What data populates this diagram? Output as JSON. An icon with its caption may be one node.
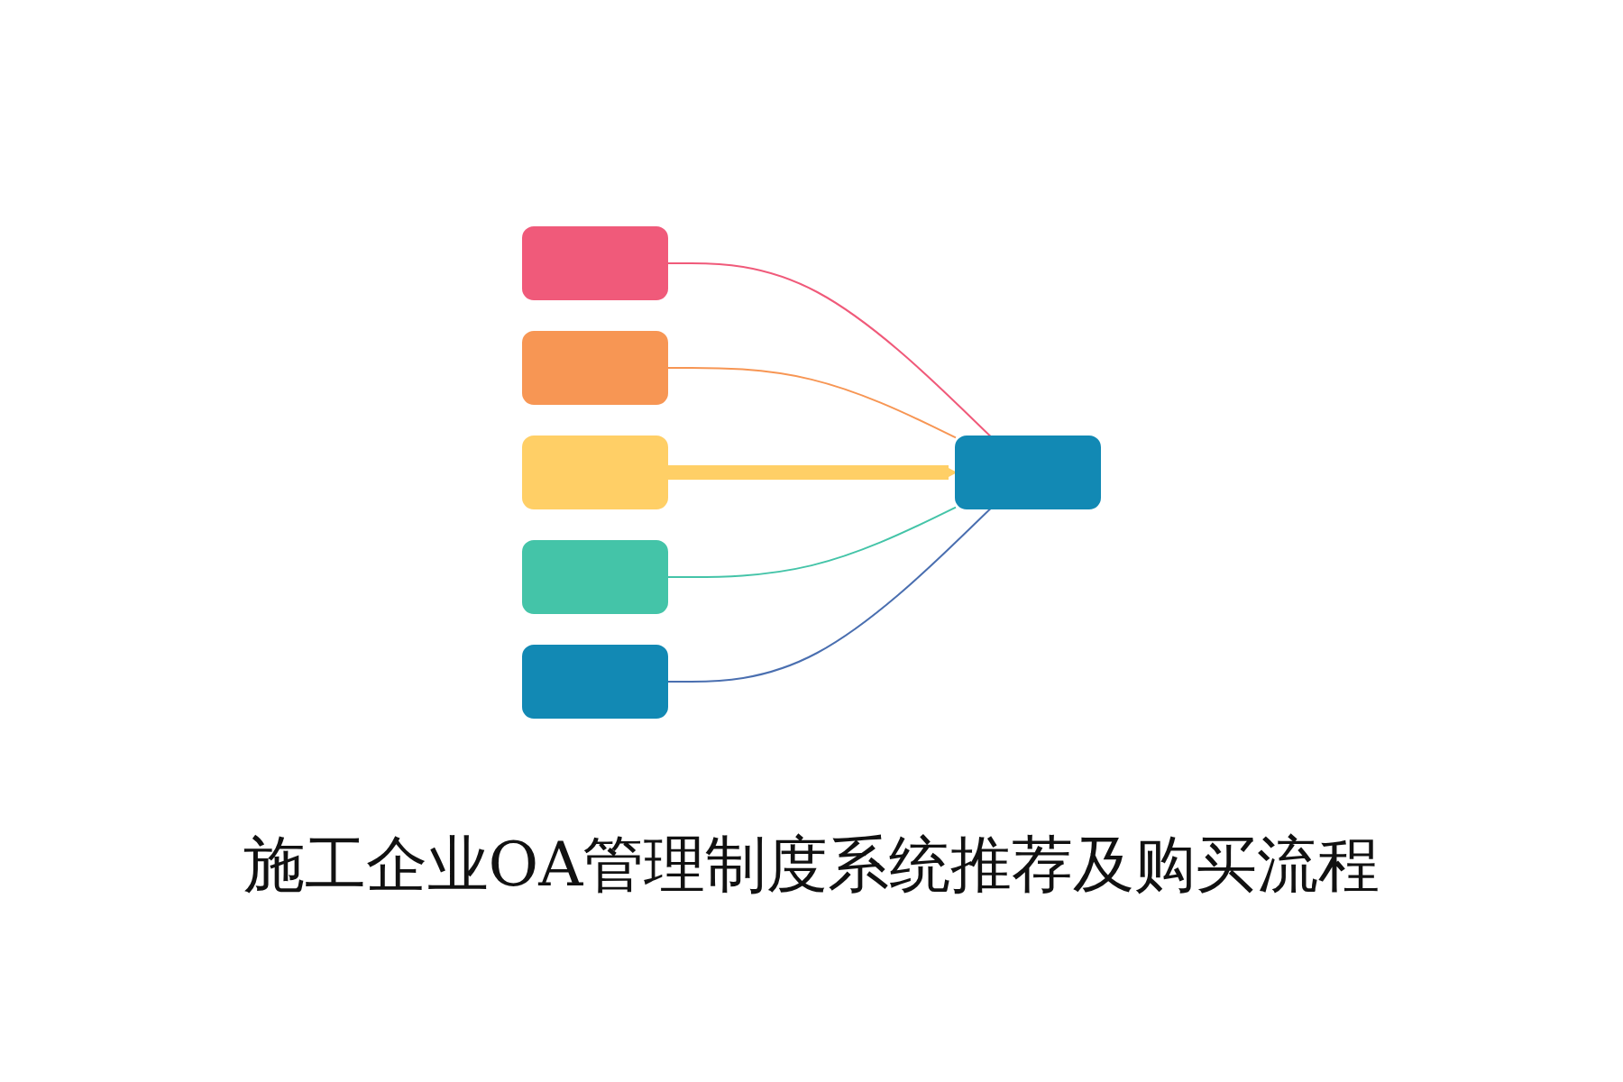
{
  "diagram": {
    "title": "施工企业OA管理制度系统推荐及购买流程",
    "nodes": [
      {
        "text": [],
        "shape": "box"
      },
      {
        "text": [],
        "shape": "box"
      },
      {
        "text": [],
        "shape": "box"
      },
      {
        "text": [],
        "shape": "box"
      },
      {
        "text": [],
        "shape": "box"
      },
      {
        "text": [],
        "shape": "box"
      }
    ],
    "edges": [
      {
        "from": 0,
        "to": 5,
        "arrow": "none",
        "color": "#f05a7a"
      },
      {
        "from": 1,
        "to": 5,
        "arrow": "none",
        "color": "#f79654"
      },
      {
        "from": 2,
        "to": 5,
        "arrow": "to",
        "style": "thick",
        "color": "#ffcf66"
      },
      {
        "from": 3,
        "to": 5,
        "arrow": "none",
        "color": "#44c4a8"
      },
      {
        "from": 4,
        "to": 5,
        "arrow": "none",
        "color": "#4a6fb0"
      }
    ]
  }
}
